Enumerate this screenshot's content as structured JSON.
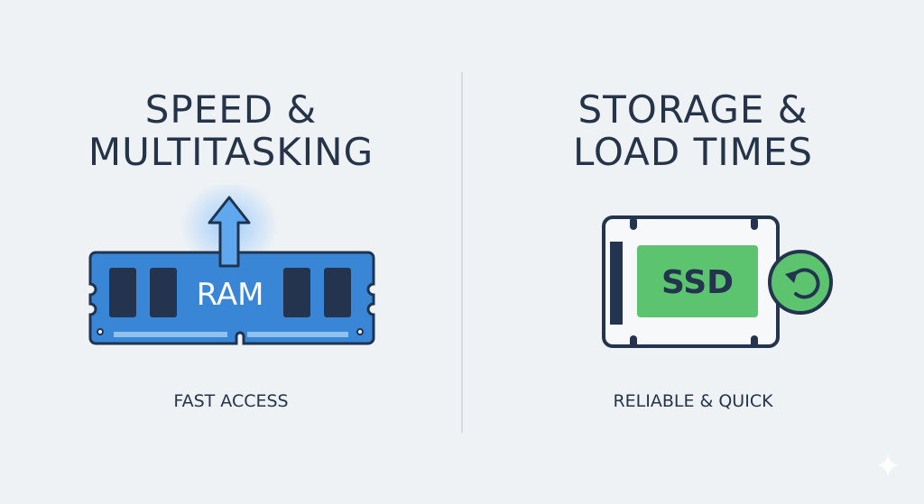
{
  "left": {
    "title_line1": "SPEED &",
    "title_line2": "MULTITASKING",
    "chip_label": "RAM",
    "subtitle": "FAST ACCESS",
    "accent": "#3a86d6"
  },
  "right": {
    "title_line1": "STORAGE &",
    "title_line2": "LOAD TIMES",
    "chip_label": "SSD",
    "subtitle": "RELIABLE & QUICK",
    "accent": "#5cc46e"
  }
}
